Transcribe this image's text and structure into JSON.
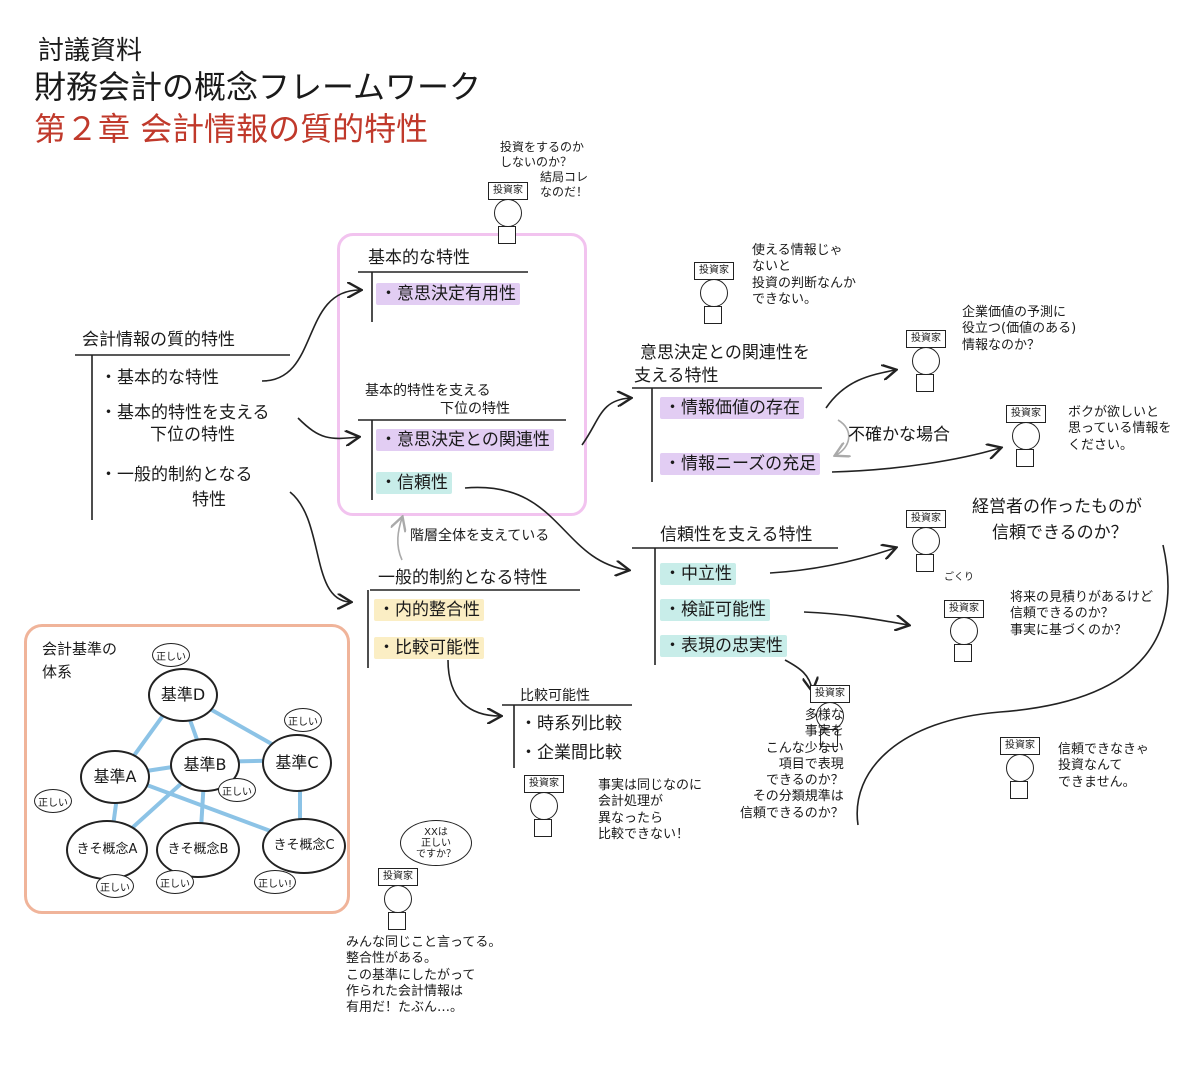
{
  "header": {
    "sub": "討議資料",
    "main": "財務会計の概念フレームワーク",
    "chapter": "第２章 会計情報の質的特性"
  },
  "left_tree": {
    "title": "会計情報の質的特性",
    "items": [
      "・基本的な特性",
      "・基本的特性を支える",
      "下位の特性",
      "・一般的制約となる",
      "特性"
    ]
  },
  "basic": {
    "title": "基本的な特性",
    "item": "・意思決定有用性"
  },
  "support": {
    "title_line1": "基本的特性を支える",
    "title_line2": "下位の特性",
    "item1": "・意思決定との関連性",
    "item2": "・信頼性"
  },
  "constraints": {
    "note": "階層全体を支えている",
    "title": "一般的制約となる特性",
    "item1": "・内的整合性",
    "item2": "・比較可能性"
  },
  "relevance": {
    "title_line1": "意思決定との関連性を",
    "title_line2": "支える特性",
    "item1": "・情報価値の存在",
    "item2": "・情報ニーズの充足",
    "uncertain": "不確かな場合"
  },
  "reliability": {
    "title": "信頼性を支える特性",
    "item1": "・中立性",
    "item2": "・検証可能性",
    "item3": "・表現の忠実性"
  },
  "comparability": {
    "title": "比較可能性",
    "item1": "・時系列比較",
    "item2": "・企業間比較"
  },
  "standards": {
    "title_line1": "会計基準の",
    "title_line2": "体系",
    "nodes": {
      "d": "基準D",
      "a": "基準A",
      "b": "基準B",
      "c": "基準C",
      "ka": "きそ概念A",
      "kb": "きそ概念B",
      "kc": "きそ概念C"
    },
    "correct": "正しい",
    "correct_ex": "正しい!"
  },
  "investor_label": "投資家",
  "comments": {
    "top": [
      "投資をするのか",
      "しないのか？",
      "結局コレ",
      "なのだ！"
    ],
    "usable": [
      "使える情報じゃ",
      "ないと",
      "投資の判断なんか",
      "できない。"
    ],
    "value": [
      "企業価値の予測に",
      "役立つ(価値のある)",
      "情報なのか？"
    ],
    "needs": [
      "ボクが欲しいと",
      "思っている情報を",
      "ください。"
    ],
    "manager": [
      "経営者の作ったものが",
      "信頼できるのか？"
    ],
    "gokuri": "ごくり",
    "estimate": [
      "将来の見積りがあるけど",
      "信頼できるのか？",
      "事実に基づくのか？"
    ],
    "classification": [
      "多様な",
      "事実を",
      "こんな少ない",
      "項目で表現",
      "できるのか？",
      "その分類規準は",
      "信頼できるのか？"
    ],
    "no_trust": [
      "信頼できなきゃ",
      "投資なんて",
      "できません。"
    ],
    "comparison": [
      "事実は同じなのに",
      "会計処理が",
      "異なったら",
      "比較できない！"
    ],
    "xx": [
      "XXは",
      "正しい",
      "ですか？"
    ],
    "consistency": [
      "みんな同じこと言ってる。",
      "整合性がある。",
      "この基準にしたがって",
      "作られた会計情報は",
      "有用だ！たぶん…。"
    ]
  }
}
